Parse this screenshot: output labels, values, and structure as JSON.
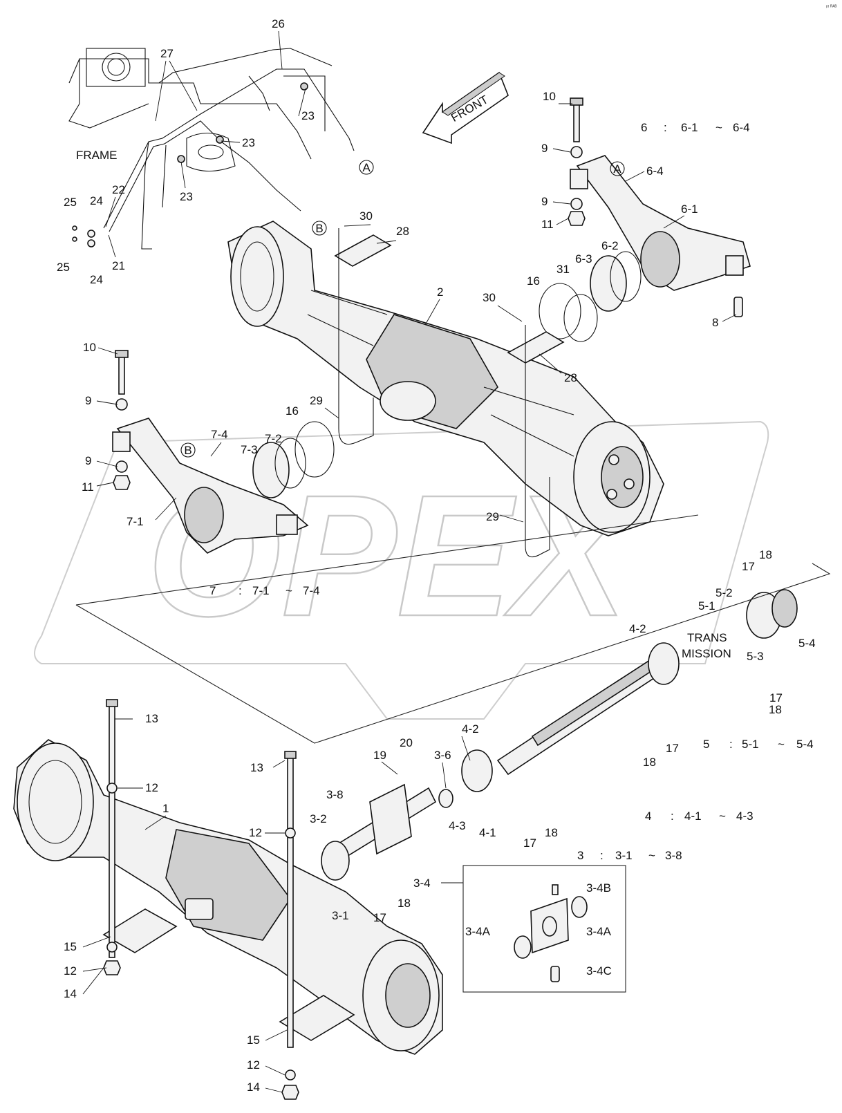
{
  "corner_mark": "ᵖᵗ ᴿᴬᴮ",
  "direction_arrow": {
    "label": "FRONT"
  },
  "watermark": {
    "text": "OPEX",
    "color": "#bdbdbd"
  },
  "section_labels": {
    "frame": "FRAME",
    "transmission_1": "TRANS",
    "transmission_2": "MISSION"
  },
  "connectors": {
    "a": "A",
    "b": "B"
  },
  "callouts": {
    "c1": "1",
    "c2": "2",
    "c3_1": "3-1",
    "c3_2": "3-2",
    "c3_4": "3-4",
    "c3_4a_1": "3-4A",
    "c3_4a_2": "3-4A",
    "c3_4b": "3-4B",
    "c3_4c": "3-4C",
    "c3_6": "3-6",
    "c3_8": "3-8",
    "c4_1": "4-1",
    "c4_2a": "4-2",
    "c4_2b": "4-2",
    "c4_3": "4-3",
    "c5_1": "5-1",
    "c5_2": "5-2",
    "c5_3": "5-3",
    "c5_4": "5-4",
    "c6_1": "6-1",
    "c6_2": "6-2",
    "c6_3": "6-3",
    "c6_4": "6-4",
    "c7_1": "7-1",
    "c7_2": "7-2",
    "c7_3": "7-3",
    "c7_4": "7-4",
    "c8": "8",
    "c9_a": "9",
    "c9_b": "9",
    "c9_c": "9",
    "c9_d": "9",
    "c10_a": "10",
    "c10_b": "10",
    "c11_a": "11",
    "c11_b": "11",
    "c12_a": "12",
    "c12_b": "12",
    "c12_c": "12",
    "c12_d": "12",
    "c13_a": "13",
    "c13_b": "13",
    "c14_a": "14",
    "c14_b": "14",
    "c15_a": "15",
    "c15_b": "15",
    "c16_a": "16",
    "c16_b": "16",
    "c17_a": "17",
    "c17_b": "17",
    "c17_c": "17",
    "c17_d": "17",
    "c17_e": "17",
    "c18_a": "18",
    "c18_b": "18",
    "c18_c": "18",
    "c18_d": "18",
    "c18_e": "18",
    "c19": "19",
    "c20": "20",
    "c21": "21",
    "c22": "22",
    "c23_a": "23",
    "c23_b": "23",
    "c23_c": "23",
    "c24_a": "24",
    "c24_b": "24",
    "c25_a": "25",
    "c25_b": "25",
    "c26": "26",
    "c27": "27",
    "c28_a": "28",
    "c28_b": "28",
    "c29_a": "29",
    "c29_b": "29",
    "c30_a": "30",
    "c30_b": "30",
    "c31": "31"
  },
  "kit_notes": [
    {
      "assy": "6",
      "sep": ":",
      "from": "6-1",
      "tilde": "~",
      "to": "6-4"
    },
    {
      "assy": "7",
      "sep": ":",
      "from": "7-1",
      "tilde": "~",
      "to": "7-4"
    },
    {
      "assy": "5",
      "sep": ":",
      "from": "5-1",
      "tilde": "~",
      "to": "5-4"
    },
    {
      "assy": "4",
      "sep": ":",
      "from": "4-1",
      "tilde": "~",
      "to": "4-3"
    },
    {
      "assy": "3",
      "sep": ":",
      "from": "3-1",
      "tilde": "~",
      "to": "3-8"
    }
  ]
}
